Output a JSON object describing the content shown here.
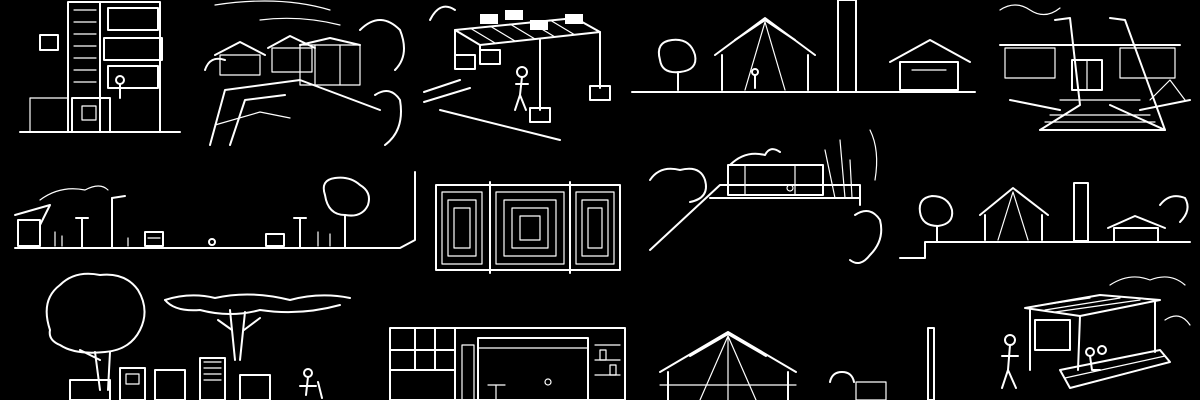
{
  "palette": {
    "background": "#000000",
    "ink": "#ffffff"
  },
  "sketches": [
    {
      "id": "tower-building-elevation",
      "icon": "building-icon"
    },
    {
      "id": "village-houses-perspective",
      "icon": "house-icon"
    },
    {
      "id": "pergola-frame-axonometric",
      "icon": "pergola-icon"
    },
    {
      "id": "pavilions-and-chimney-section",
      "icon": "pavilion-icon"
    },
    {
      "id": "gate-entrance-perspective",
      "icon": "gate-icon"
    },
    {
      "id": "street-section",
      "icon": "street-icon"
    },
    {
      "id": "square-pattern-panels",
      "icon": "pattern-icon"
    },
    {
      "id": "terraced-house-on-slope",
      "icon": "terrace-icon"
    },
    {
      "id": "pavilions-section-small",
      "icon": "pavilion-icon"
    },
    {
      "id": "trees-and-blocks-section",
      "icon": "tree-icon"
    },
    {
      "id": "interior-shop-section",
      "icon": "interior-icon"
    },
    {
      "id": "conical-pavilion",
      "icon": "tent-icon"
    },
    {
      "id": "shaded-seating-perspective",
      "icon": "bench-icon"
    }
  ]
}
